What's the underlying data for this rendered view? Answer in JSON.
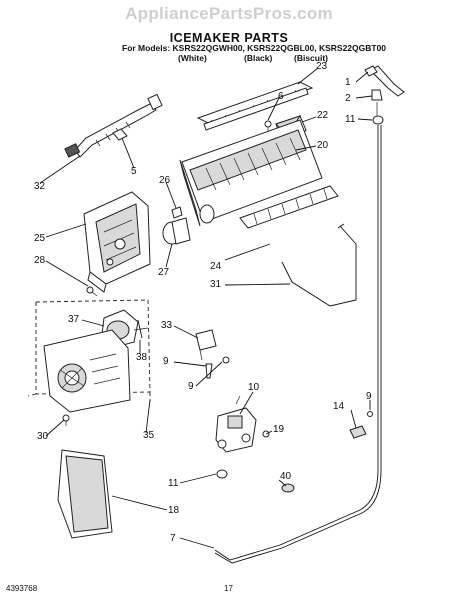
{
  "header": {
    "site": "AppliancePartsPros.com",
    "title": "ICEMAKER PARTS",
    "models_line": "For Models: KSRS22QGWH00, KSRS22QGBL00, KSRS22QGBT00",
    "variants": [
      "(White)",
      "(Black)",
      "(Biscuit)"
    ]
  },
  "callouts": [
    "23",
    "1",
    "2",
    "6",
    "22",
    "11",
    "20",
    "32",
    "5",
    "26",
    "25",
    "28",
    "27",
    "24",
    "31",
    "37",
    "33",
    "38",
    "9",
    "9",
    "10",
    "30",
    "35",
    "14",
    "9",
    "19",
    "11",
    "40",
    "18",
    "7"
  ],
  "footer": {
    "doc_number": "4393768",
    "page": "17"
  }
}
